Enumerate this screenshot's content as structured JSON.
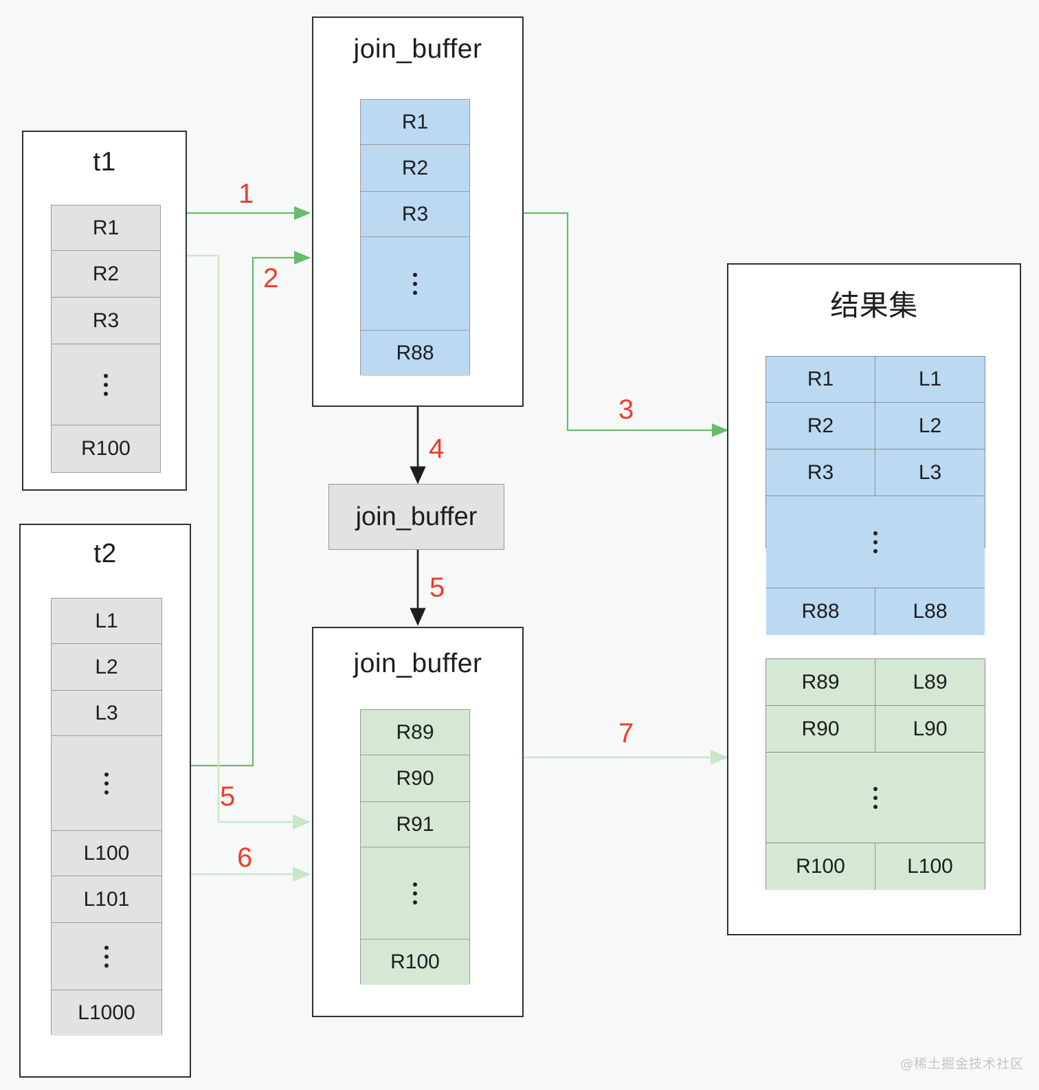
{
  "colors": {
    "background": "#f7f8f8",
    "box_border": "#2e3033",
    "cell_gray": "#e2e2e2",
    "cell_blue": "#bcd9f2",
    "cell_green": "#d5e8d4",
    "arrow_green_strong": "#67bb6a",
    "arrow_green_light": "#c8e6c9",
    "arrow_black": "#1c1d1f",
    "label_red": "#ef3b2b",
    "watermark": "#c2c5c9"
  },
  "tables": {
    "t1": {
      "title": "t1",
      "rows": [
        "R1",
        "R2",
        "R3",
        "⋮",
        "R100"
      ]
    },
    "t2": {
      "title": "t2",
      "rows": [
        "L1",
        "L2",
        "L3",
        "⋮",
        "L100",
        "L101",
        "⋮",
        "L1000"
      ]
    }
  },
  "buffers": {
    "top": {
      "title": "join_buffer",
      "rows": [
        "R1",
        "R2",
        "R3",
        "⋮",
        "R88"
      ]
    },
    "middle": {
      "title": "join_buffer"
    },
    "bottom": {
      "title": "join_buffer",
      "rows": [
        "R89",
        "R90",
        "R91",
        "⋮",
        "R100"
      ]
    }
  },
  "result_set": {
    "title": "结果集",
    "blue_rows": [
      [
        "R1",
        "L1"
      ],
      [
        "R2",
        "L2"
      ],
      [
        "R3",
        "L3"
      ],
      [
        "⋮",
        ""
      ],
      [
        "R88",
        "L88"
      ]
    ],
    "green_rows": [
      [
        "R89",
        "L89"
      ],
      [
        "R90",
        "L90"
      ],
      [
        "⋮",
        ""
      ],
      [
        "R100",
        "L100"
      ]
    ]
  },
  "arrow_labels": {
    "a1": "1",
    "a2": "2",
    "a3": "3",
    "a4": "4",
    "a5_center": "5",
    "a5_left": "5",
    "a6": "6",
    "a7": "7"
  },
  "watermark": "@稀土掘金技术社区"
}
